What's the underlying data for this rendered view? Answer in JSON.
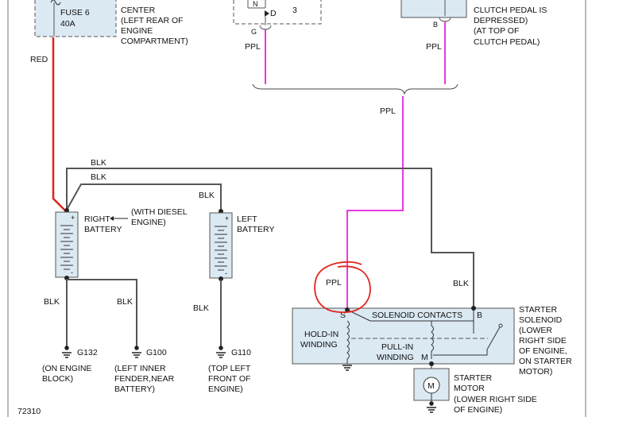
{
  "colors": {
    "red_wire": "#e0251c",
    "ppl_wire": "#e83ae0",
    "blk_wire": "#555555",
    "box_fill": "#dbe9f3",
    "annotation": "#e0251c"
  },
  "fuse": {
    "name": "FUSE 6",
    "rating": "40A",
    "desc": [
      "CENTER",
      "(LEFT REAR OF",
      "ENGINE",
      "COMPARTMENT)"
    ]
  },
  "relay": {
    "pin_n": "N",
    "pin_d": "D",
    "pin_3": "3",
    "pin_g": "G"
  },
  "clutch": {
    "pin_b": "B",
    "desc": [
      "CLUTCH PEDAL IS",
      "DEPRESSED)",
      "(AT TOP OF",
      "CLUTCH PEDAL)"
    ]
  },
  "wires": {
    "red": "RED",
    "ppl_relay": "PPL",
    "ppl_clutch": "PPL",
    "ppl_main": "PPL",
    "ppl_solenoid": "PPL",
    "blk_top1": "BLK",
    "blk_top2": "BLK",
    "blk_left_batt": "BLK",
    "blk_right_down": "BLK",
    "blk_g100": "BLK",
    "blk_g110": "BLK",
    "blk_solenoid_b": "BLK"
  },
  "right_battery": {
    "label": [
      "RIGHT",
      "BATTERY"
    ],
    "note": [
      "(WITH DIESEL",
      "ENGINE)"
    ],
    "plus": "+",
    "minus": "-"
  },
  "left_battery": {
    "label": [
      "LEFT",
      "BATTERY"
    ],
    "plus": "+",
    "minus": "-"
  },
  "grounds": [
    {
      "id": "G132",
      "desc": [
        "(ON ENGINE",
        "BLOCK)"
      ]
    },
    {
      "id": "G100",
      "desc": [
        "(LEFT INNER",
        "FENDER,NEAR",
        "BATTERY)"
      ]
    },
    {
      "id": "G110",
      "desc": [
        "(TOP LEFT",
        "FRONT OF",
        "ENGINE)"
      ]
    }
  ],
  "solenoid": {
    "contacts_label": "SOLENOID CONTACTS",
    "pin_s": "S",
    "pin_b": "B",
    "pin_m": "M",
    "hold_in": [
      "HOLD-IN",
      "WINDING"
    ],
    "pull_in": [
      "PULL-IN",
      "WINDING"
    ],
    "desc": [
      "STARTER",
      "SOLENOID",
      "(LOWER",
      "RIGHT SIDE",
      "OF ENGINE,",
      "ON STARTER",
      "MOTOR)"
    ]
  },
  "motor": {
    "symbol": "M",
    "desc": [
      "STARTER",
      "MOTOR",
      "(LOWER RIGHT SIDE",
      "OF ENGINE)"
    ]
  },
  "figure_id": "72310"
}
